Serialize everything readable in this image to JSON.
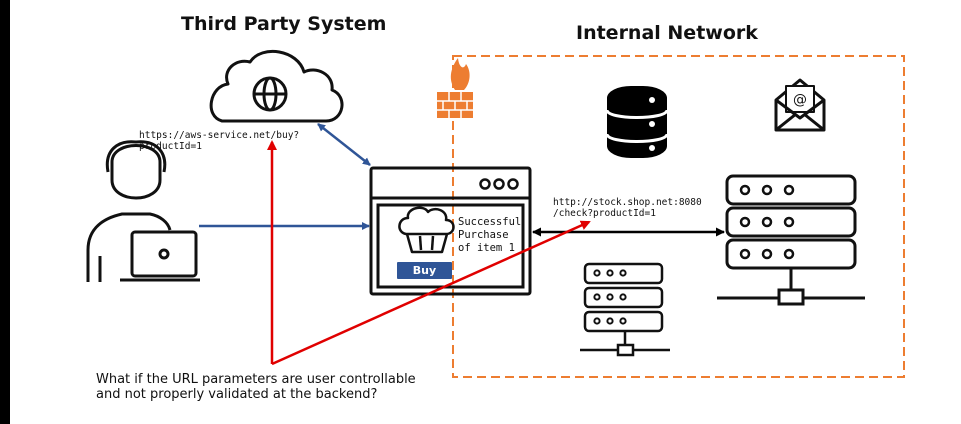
{
  "titles": {
    "third_party": "Third Party System",
    "internal": "Internal Network"
  },
  "urls": {
    "aws_line1": "https://aws-service.net/buy?",
    "aws_line2": "productId=1",
    "stock_line1": "http://stock.shop.net:8080",
    "stock_line2": "/check?productId=1"
  },
  "browser": {
    "purchase_line1": "Successful",
    "purchase_line2": "Purchase",
    "purchase_line3": "of item 1",
    "buy_label": "Buy"
  },
  "question": "What if the URL parameters are user controllable and not properly validated at the backend?",
  "colors": {
    "internal_border": "#ed7d31",
    "blue_arrow": "#2f5597",
    "red_arrow": "#e00000",
    "buy_button": "#2f5597",
    "firewall": "#ed7d31"
  },
  "icons": [
    "cloud-globe-icon",
    "user-laptop-icon",
    "firewall-icon",
    "database-icon",
    "email-icon",
    "server-large-icon",
    "server-small-icon",
    "cupcake-icon"
  ]
}
